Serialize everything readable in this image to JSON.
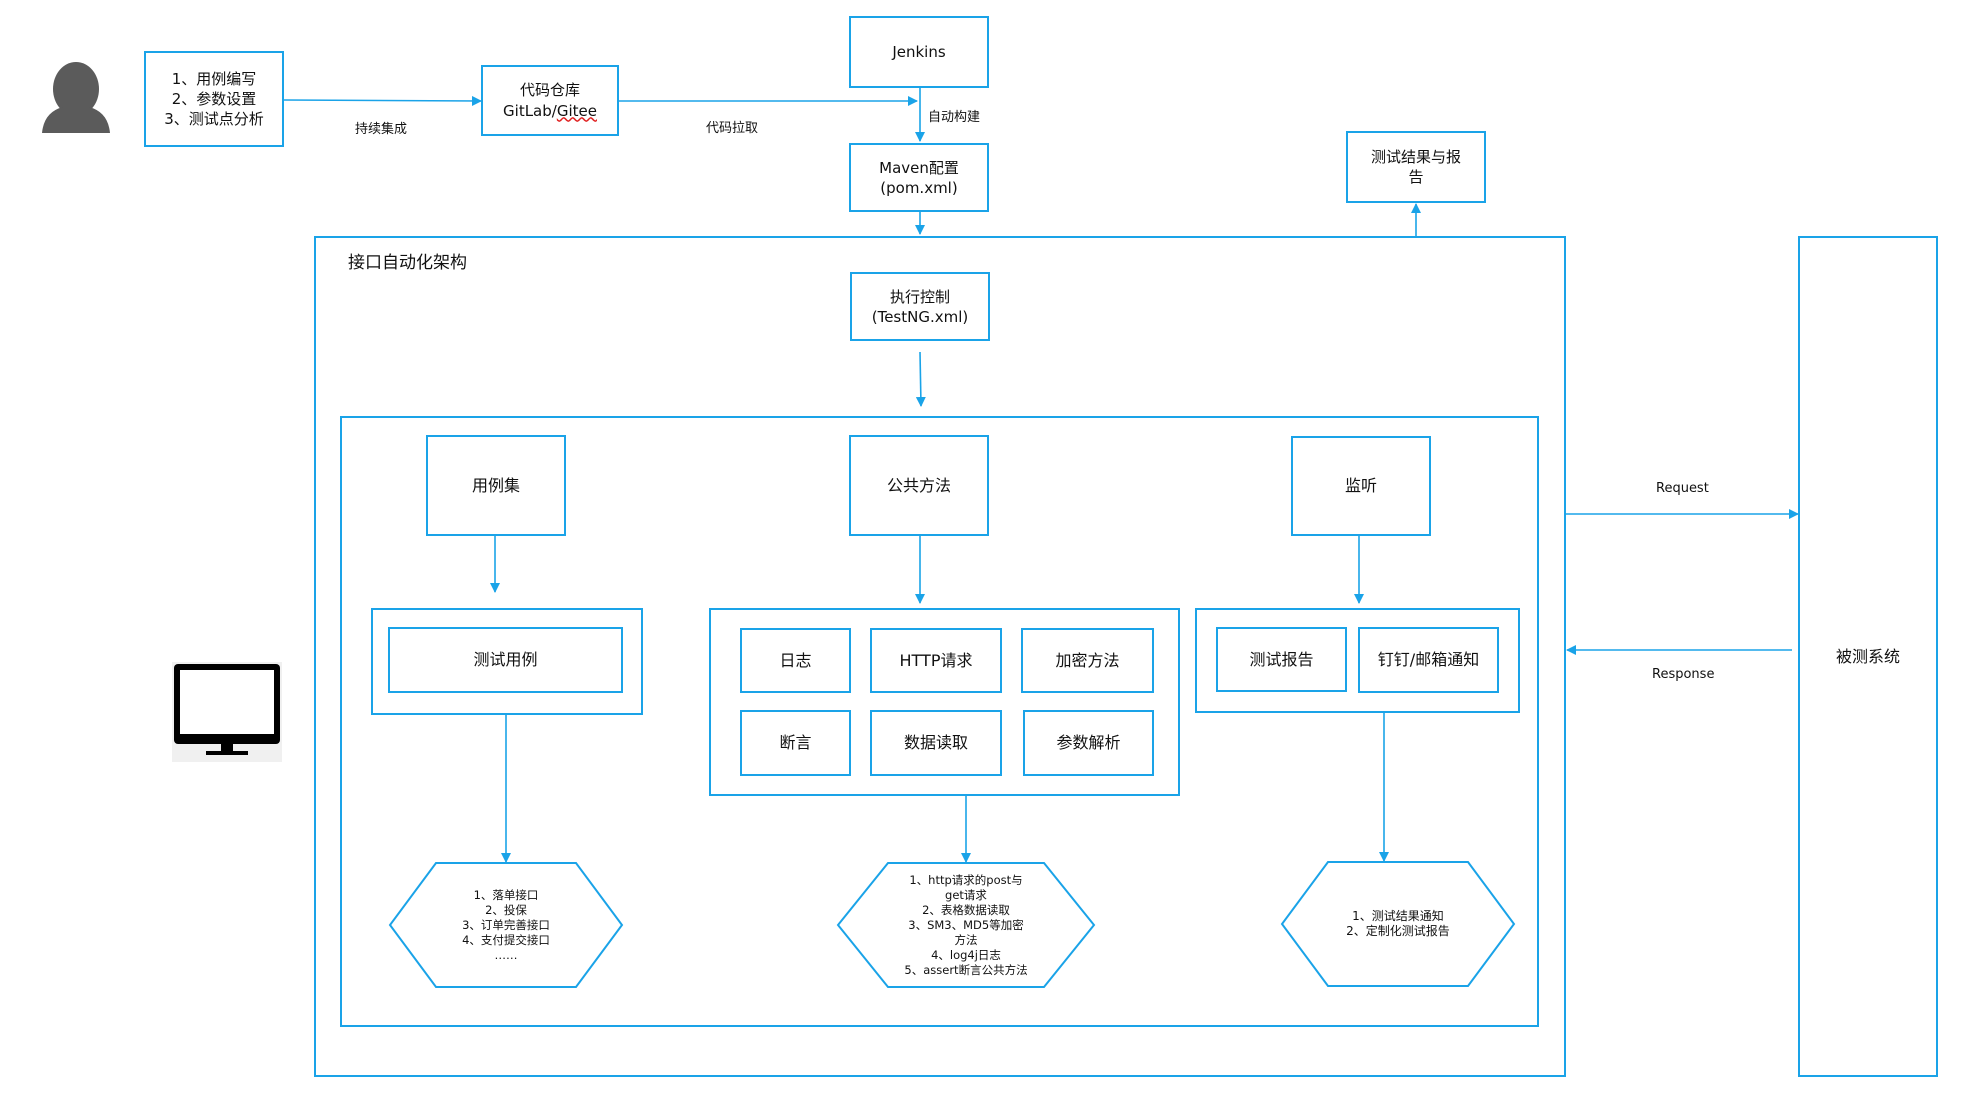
{
  "flow": {
    "writing_steps": "1、用例编写\n2、参数设置\n3、测试点分析",
    "continuous_integration": "持续集成",
    "repo_title": "代码仓库",
    "repo_prefix": "GitLab/",
    "repo_gitee": "Gitee",
    "code_pull": "代码拉取",
    "jenkins": "Jenkins",
    "auto_build": "自动构建",
    "maven": "Maven配置\n(pom.xml)",
    "test_results": "测试结果与报\n告"
  },
  "architecture": {
    "title": "接口自动化架构",
    "exec_control": "执行控制\n(TestNG.xml)"
  },
  "modules": {
    "case_set": "用例集",
    "public_methods": "公共方法",
    "listener": "监听",
    "test_case": "测试用例",
    "log": "日志",
    "http_request": "HTTP请求",
    "encrypt": "加密方法",
    "assertion": "断言",
    "data_read": "数据读取",
    "param_parse": "参数解析",
    "test_report": "测试报告",
    "notify": "钉钉/邮箱通知"
  },
  "hexagons": {
    "cases": "1、落单接口\n2、投保\n3、订单完善接口\n4、支付提交接口\n……",
    "methods": "1、http请求的post与\nget请求\n2、表格数据读取\n3、SM3、MD5等加密\n方法\n4、log4j日志\n5、assert断言公共方法",
    "listener": "1、测试结果通知\n2、定制化测试报告"
  },
  "system": {
    "name": "被测系统",
    "request": "Request",
    "response": "Response"
  },
  "colors": {
    "accent": "#1aa3e8",
    "icon_gray": "#5b5b5b"
  }
}
